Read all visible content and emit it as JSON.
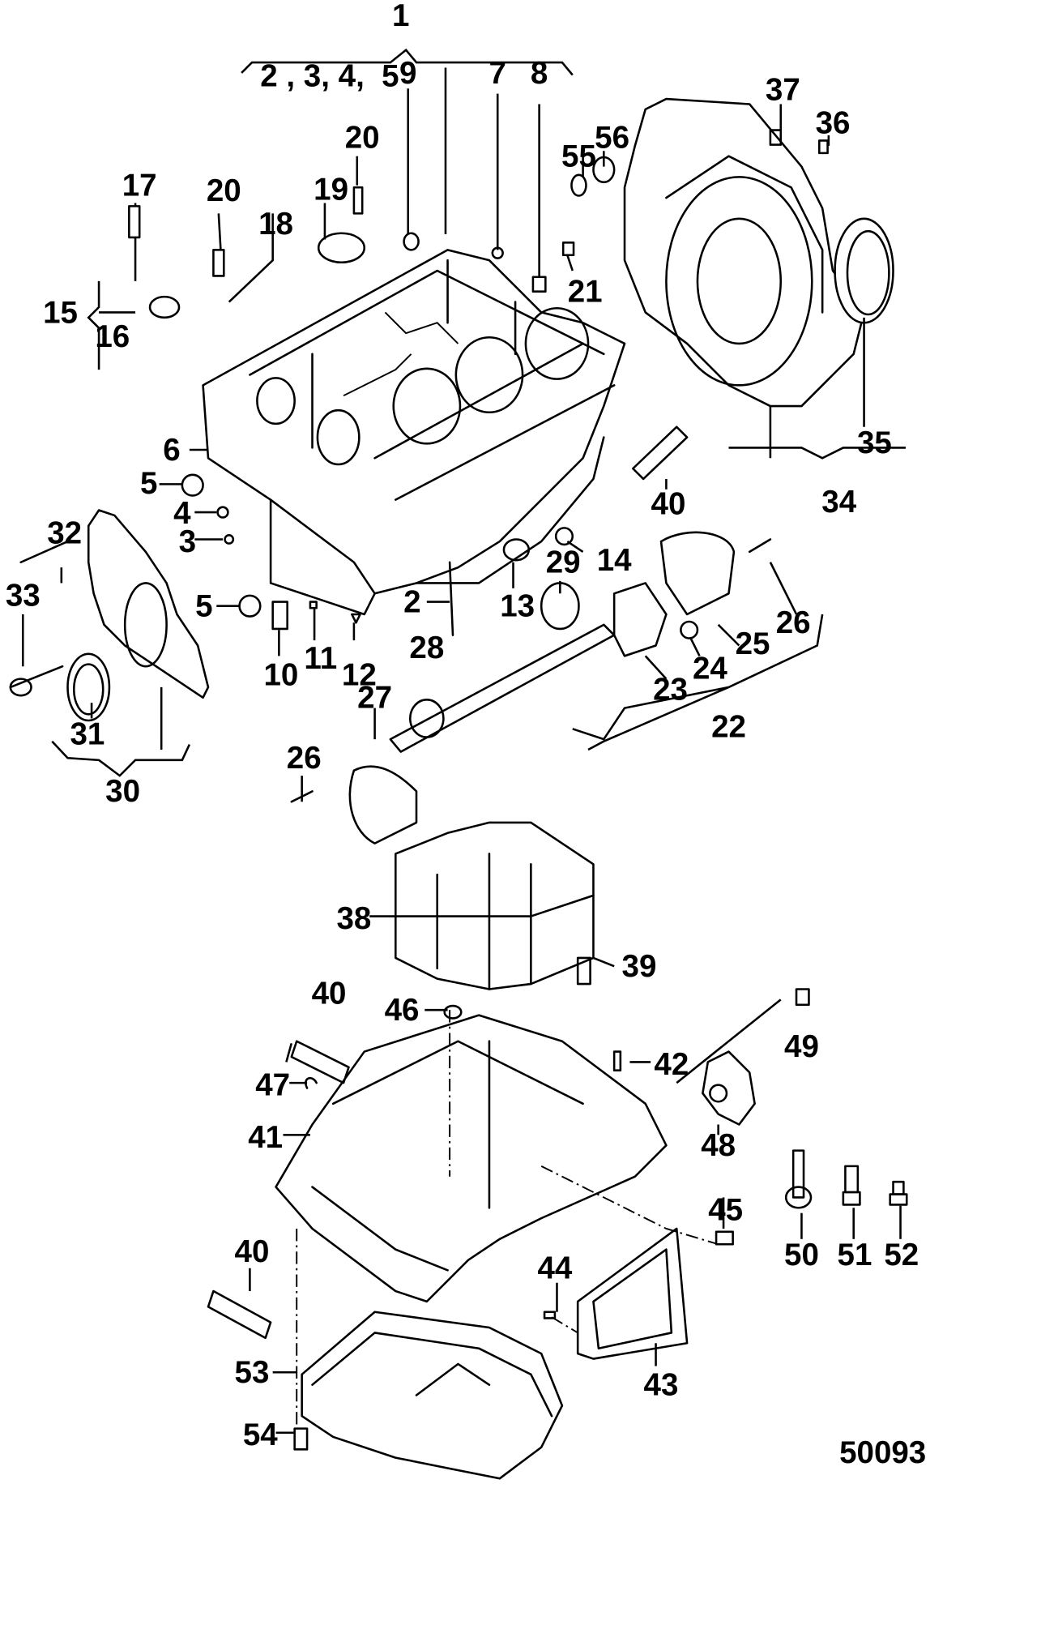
{
  "title": "Cylinder block exploded parts diagram",
  "diagram_ref": "50093",
  "callouts": [
    {
      "id": "c1",
      "text": "1"
    },
    {
      "id": "c2345",
      "text": "2 , 3, 4,  5"
    },
    {
      "id": "c9",
      "text": "9"
    },
    {
      "id": "c7",
      "text": "7"
    },
    {
      "id": "c8",
      "text": "8"
    },
    {
      "id": "c20a",
      "text": "20"
    },
    {
      "id": "c19",
      "text": "19"
    },
    {
      "id": "c17",
      "text": "17"
    },
    {
      "id": "c20b",
      "text": "20"
    },
    {
      "id": "c18",
      "text": "18"
    },
    {
      "id": "c15",
      "text": "15"
    },
    {
      "id": "c16",
      "text": "16"
    },
    {
      "id": "c55",
      "text": "55"
    },
    {
      "id": "c56",
      "text": "56"
    },
    {
      "id": "c21",
      "text": "21"
    },
    {
      "id": "c37",
      "text": "37"
    },
    {
      "id": "c36",
      "text": "36"
    },
    {
      "id": "c35",
      "text": "35"
    },
    {
      "id": "c34",
      "text": "34"
    },
    {
      "id": "c40a",
      "text": "40"
    },
    {
      "id": "c6",
      "text": "6"
    },
    {
      "id": "c5a",
      "text": "5"
    },
    {
      "id": "c4",
      "text": "4"
    },
    {
      "id": "c3",
      "text": "3"
    },
    {
      "id": "c32",
      "text": "32"
    },
    {
      "id": "c33",
      "text": "33"
    },
    {
      "id": "c5b",
      "text": "5"
    },
    {
      "id": "c10",
      "text": "10"
    },
    {
      "id": "c11",
      "text": "11"
    },
    {
      "id": "c12",
      "text": "12"
    },
    {
      "id": "c2",
      "text": "2"
    },
    {
      "id": "c28",
      "text": "28"
    },
    {
      "id": "c13",
      "text": "13"
    },
    {
      "id": "c29",
      "text": "29"
    },
    {
      "id": "c14",
      "text": "14"
    },
    {
      "id": "c26a",
      "text": "26"
    },
    {
      "id": "c25",
      "text": "25"
    },
    {
      "id": "c24",
      "text": "24"
    },
    {
      "id": "c23",
      "text": "23"
    },
    {
      "id": "c22",
      "text": "22"
    },
    {
      "id": "c31",
      "text": "31"
    },
    {
      "id": "c30",
      "text": "30"
    },
    {
      "id": "c27",
      "text": "27"
    },
    {
      "id": "c26b",
      "text": "26"
    },
    {
      "id": "c38",
      "text": "38"
    },
    {
      "id": "c39",
      "text": "39"
    },
    {
      "id": "c40b",
      "text": "40"
    },
    {
      "id": "c46",
      "text": "46"
    },
    {
      "id": "c49",
      "text": "49"
    },
    {
      "id": "c47",
      "text": "47"
    },
    {
      "id": "c42",
      "text": "42"
    },
    {
      "id": "c41",
      "text": "41"
    },
    {
      "id": "c48",
      "text": "48"
    },
    {
      "id": "c45",
      "text": "45"
    },
    {
      "id": "c50",
      "text": "50"
    },
    {
      "id": "c51",
      "text": "51"
    },
    {
      "id": "c52",
      "text": "52"
    },
    {
      "id": "c40c",
      "text": "40"
    },
    {
      "id": "c44",
      "text": "44"
    },
    {
      "id": "c53",
      "text": "53"
    },
    {
      "id": "c43",
      "text": "43"
    },
    {
      "id": "c54",
      "text": "54"
    }
  ]
}
